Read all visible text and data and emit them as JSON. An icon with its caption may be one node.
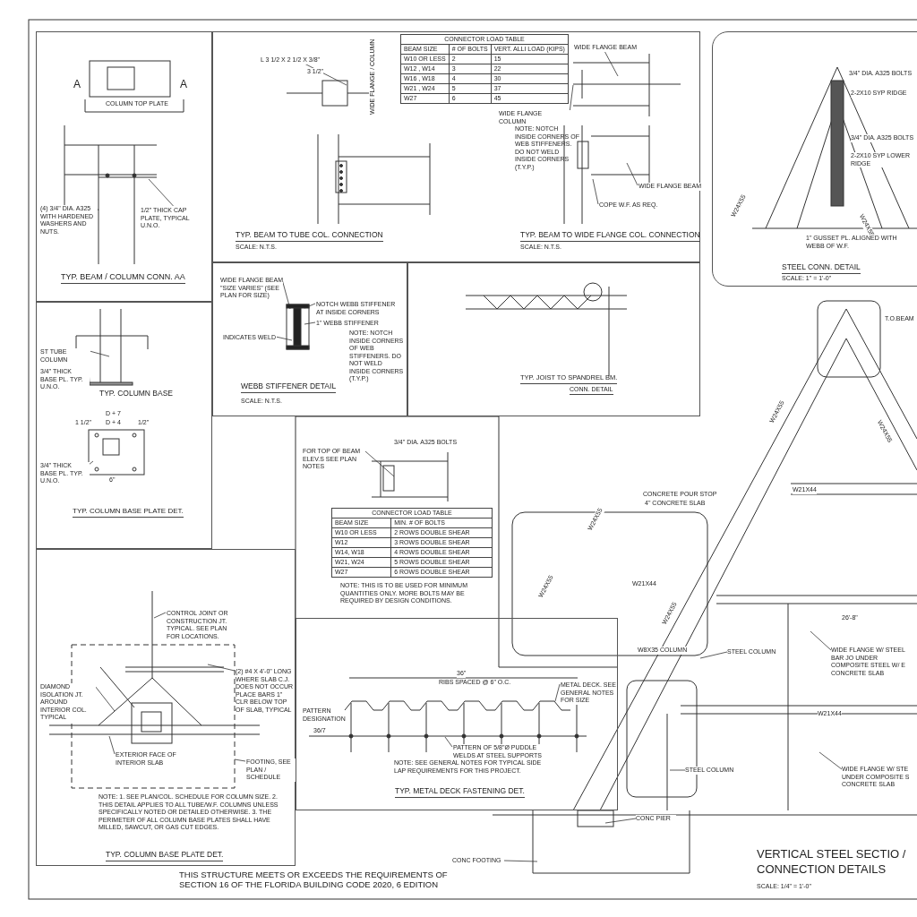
{
  "diagram": {
    "nodes": [
      {
        "text": [
          "TYP. BEAM / COLUMN CONN. AA"
        ]
      },
      {
        "text": [
          "TYP. BEAM TO TUBE COL. CONNECTION",
          "SCALE:   N.T.S.",
          "TYP. BEAM TO WIDE FLANGE COL. CONNECTION",
          "SCALE:   N.T.S."
        ]
      },
      {
        "text": [
          "TYP. COLUMN BASE",
          "TYP. COLUMN BASE PLATE DET."
        ]
      },
      {
        "text": [
          "WEBB STIFFENER DETAIL",
          "SCALE:   N.T.S."
        ]
      },
      {
        "text": [
          "TYP. JOIST TO SPANDREL BM.",
          "CONN. DETAIL"
        ]
      },
      {
        "text": [
          "TYP. METAL DECK FASTENING DET."
        ]
      },
      {
        "text": [
          "TYP. COLUMN BASE PLATE DET."
        ]
      },
      {
        "text": [
          "STEEL CONN. DETAIL",
          "SCALE:  1\" = 1'-0\""
        ]
      },
      {
        "text": [
          "VERTICAL STEEL SECTIO / CONNECTION DETAILS",
          "SCALE:  1/4\" = 1'-0\""
        ]
      },
      {
        "text": [
          "WIDE FLANGE BEAM"
        ],
        "in": 1
      },
      {
        "text": [
          "WIDE FLANGE COLUMN"
        ],
        "in": 1
      },
      {
        "text": [
          "WIDE FLANGE BEAM"
        ],
        "in": 1
      },
      {
        "text": [
          "COPE W.F. AS REQ."
        ],
        "in": 1
      },
      {
        "text": [
          "L 3 1/2 X 2 1/2 X 3/8\""
        ],
        "in": 1
      },
      {
        "text": [
          "STEEL COLUMN"
        ]
      },
      {
        "text": [
          "STEEL COLUMN"
        ]
      },
      {
        "text": [
          "CONC PIER"
        ]
      },
      {
        "text": [
          "CONC FOOTING"
        ]
      },
      {
        "text": [
          "WIDE FLANGE W/ STEEL BAR JO UNDER COMPOSITE STEEL W/ E CONCRETE SLAB"
        ]
      },
      {
        "text": [
          "WIDE FLANGE W/ STE UNDER COMPOSITE S CONCRETE SLAB"
        ]
      },
      {
        "text": [
          "T.O.BEAM"
        ]
      },
      {
        "text": [
          "(4) 3/4\" DIA. A325 WITH HARDENED WASHERS AND NUTS."
        ],
        "in": 0
      },
      {
        "text": [
          "1/2\" THICK CAP PLATE, TYPICAL U.N.O."
        ],
        "in": 0
      },
      {
        "text": [
          "ST TUBE COLUMN"
        ],
        "in": 2
      },
      {
        "text": [
          "3/4\" THICK BASE PL. TYP. U.N.O."
        ],
        "in": 2
      },
      {
        "text": [
          "3/4\" THICK BASE PL. TYP. U.N.O."
        ],
        "in": 2
      },
      {
        "text": [
          "WIDE FLANGE BEAM \"SIZE VARIES\" (SEE PLAN FOR SIZE)"
        ],
        "in": 3
      },
      {
        "text": [
          "NOTCH WEBB STIFFENER AT INSIDE CORNERS"
        ],
        "in": 3
      },
      {
        "text": [
          "1\" WEBB STIFFENER"
        ],
        "in": 3
      },
      {
        "text": [
          "INDICATES WELD"
        ],
        "in": 3
      },
      {
        "text": [
          "CONTROL JOINT OR CONSTRUCTION JT. TYPICAL. SEE PLAN FOR LOCATIONS."
        ],
        "in": 6
      },
      {
        "text": [
          "(2) #4 X 4'-0\" LONG WHERE SLAB C.J. DOES NOT OCCUR PLACE BARS 1\" CLR BELOW TOP OF SLAB, TYPICAL"
        ],
        "in": 6
      },
      {
        "text": [
          "DIAMOND ISOLATION JT. AROUND INTERIOR COL. TYPICAL"
        ],
        "in": 6
      },
      {
        "text": [
          "EXTERIOR FACE OF INTERIOR SLAB"
        ],
        "in": 6
      },
      {
        "text": [
          "FOOTING, SEE PLAN / SCHEDULE"
        ],
        "in": 6
      },
      {
        "text": [
          "METAL DECK. SEE GENERAL NOTES FOR SIZE"
        ],
        "in": 5
      },
      {
        "text": [
          "PATTERN OF 5/8\"Ø PUDDLE WELDS AT STEEL SUPPORTS"
        ],
        "in": 5
      },
      {
        "text": [
          "FOR TOP OF BEAM ELEV.S SEE PLAN NOTES"
        ]
      }
    ],
    "edges": [
      {
        "from": 9,
        "to": null,
        "arrow": "none"
      },
      {
        "from": 10,
        "to": null,
        "arrow": "none"
      },
      {
        "from": 11,
        "to": null,
        "arrow": "none"
      },
      {
        "from": 12,
        "to": null,
        "arrow": "none"
      },
      {
        "from": 13,
        "to": null,
        "arrow": "none"
      },
      {
        "from": 14,
        "to": null,
        "arrow": "none"
      },
      {
        "from": 15,
        "to": null,
        "arrow": "none"
      },
      {
        "from": 16,
        "to": null,
        "arrow": "none"
      },
      {
        "from": 17,
        "to": null,
        "arrow": "none"
      },
      {
        "from": 18,
        "to": null,
        "arrow": "none"
      },
      {
        "from": 19,
        "to": null,
        "arrow": "none"
      },
      {
        "from": 21,
        "to": null,
        "arrow": "none"
      },
      {
        "from": 22,
        "to": null,
        "arrow": "none"
      },
      {
        "from": 23,
        "to": null,
        "arrow": "none"
      },
      {
        "from": 24,
        "to": null,
        "arrow": "none"
      },
      {
        "from": 25,
        "to": null,
        "arrow": "none"
      },
      {
        "from": 26,
        "to": null,
        "arrow": "none"
      },
      {
        "from": 27,
        "to": null,
        "arrow": "none"
      },
      {
        "from": 28,
        "to": null,
        "arrow": "none"
      },
      {
        "from": 29,
        "to": null,
        "arrow": "none"
      },
      {
        "from": 30,
        "to": null,
        "arrow": "none"
      },
      {
        "from": 31,
        "to": null,
        "arrow": "none"
      },
      {
        "from": 32,
        "to": null,
        "arrow": "none"
      },
      {
        "from": 33,
        "to": null,
        "arrow": "none"
      },
      {
        "from": 34,
        "to": null,
        "arrow": "none"
      },
      {
        "from": 35,
        "to": null,
        "arrow": "none"
      },
      {
        "from": 36,
        "to": null,
        "arrow": "none"
      },
      {
        "from": 37,
        "to": null,
        "arrow": "none"
      }
    ],
    "labels": [
      "A",
      "A",
      "COLUMN TOP PLATE",
      "WIDE FLANGE / COLUMN",
      "3 1/2\"",
      "CONNECTOR LOAD TABLE",
      "BEAM SIZE",
      "# OF BOLTS",
      "VERT. ALLI LOAD (KIPS)",
      "W10 OR LESS",
      "2",
      "15",
      "W12 , W14",
      "3",
      "22",
      "W16 , W18",
      "4",
      "30",
      "W21 , W24",
      "5",
      "37",
      "W27",
      "6",
      "45",
      "NOTE: NOTCH INSIDE CORNERS OF WEB STIFFENERS. DO NOT WELD INSIDE CORNERS (T.Y.P.)",
      "D + 7",
      "1 1/2\"",
      "D + 4",
      "1/2\"",
      "6\"",
      "NOTE: NOTCH INSIDE CORNERS OF WEB STIFFENERS. DO NOT WELD INSIDE CORNERS (T.Y.P.)",
      "3/4\" DIA. A325 BOLTS",
      "CONNECTOR LOAD TABLE",
      "BEAM SIZE",
      "MIN. # OF BOLTS",
      "W10 OR LESS",
      "2 ROWS DOUBLE SHEAR",
      "W12",
      "3 ROWS DOUBLE SHEAR",
      "W14, W18",
      "4 ROWS DOUBLE SHEAR",
      "W21, W24",
      "5 ROWS DOUBLE SHEAR",
      "W27",
      "6 ROWS DOUBLE SHEAR",
      "NOTE: THIS IS TO BE USED FOR MINIMUM QUANTITIES ONLY. MORE BOLTS MAY BE REQUIRED BY DESIGN CONDITIONS.",
      "36\"",
      "RIBS SPACED @ 6\" O.C.",
      "PATTERN DESIGNATION",
      "36/7",
      "NOTE: SEE GENERAL NOTES FOR TYPICAL SIDE LAP REQUIREMENTS FOR THIS PROJECT.",
      "NOTE: 1. SEE PLAN/COL. SCHEDULE FOR COLUMN SIZE. 2. THIS DETAIL APPLIES TO ALL TUBE/W.F. COLUMNS UNLESS SPECIFICALLY NOTED OR DETAILED OTHERWISE. 3. THE PERIMETER OF ALL COLUMN BASE PLATES SHALL HAVE MILLED, SAWCUT, OR GAS CUT EDGES.",
      "W24X55",
      "W24X55",
      "W24X55",
      "W24X55",
      "W24X55",
      "W24X55",
      "W24X55",
      "W21X44",
      "26'-8\"",
      "W21X44",
      "3/4\" DIA. A325 BOLTS",
      "2-2X10 SYP RIDGE",
      "3/4\" DIA. A325 BOLTS",
      "2-2X10 SYP LOWER RIDGE",
      "1\" GUSSET PL. ALIGNED WITH WEBB OF W.F.",
      "CONCRETE POUR STOP",
      "4\" CONCRETE SLAB",
      "W21X44",
      "W8X35 COLUMN",
      "THIS STRUCTURE MEETS OR EXCEEDS THE REQUIREMENTS OF SECTION 16 OF THE FLORIDA BUILDING CODE 2020, 6 EDITION"
    ]
  }
}
